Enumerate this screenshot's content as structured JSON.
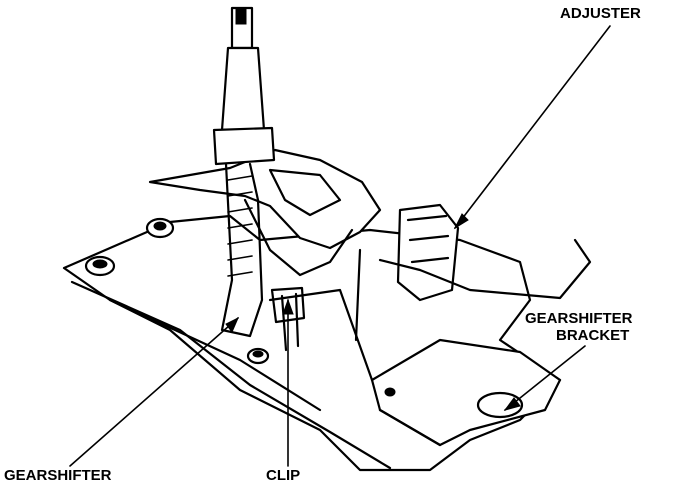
{
  "labels": {
    "adjuster": "ADJUSTER",
    "bracket_line1": "GEARSHIFTER",
    "bracket_line2": "BRACKET",
    "gearshifter": "GEARSHIFTER",
    "clip": "CLIP"
  },
  "colors": {
    "ink": "#000000",
    "paper": "#ffffff"
  }
}
